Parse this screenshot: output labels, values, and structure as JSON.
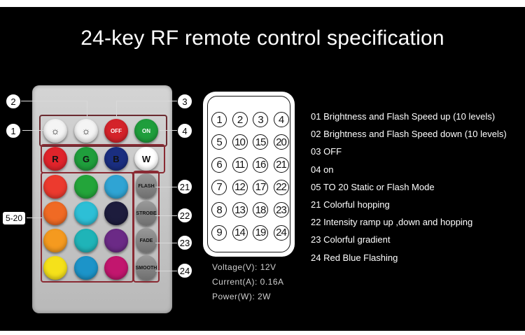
{
  "title": "24-key RF remote control specification",
  "remote": {
    "top_row": [
      {
        "id": "brightness-up",
        "num": "1"
      },
      {
        "id": "brightness-down",
        "num": "2"
      },
      {
        "id": "off",
        "num": "3",
        "label": "OFF"
      },
      {
        "id": "on",
        "num": "4",
        "label": "ON"
      }
    ],
    "rgbw": [
      "R",
      "G",
      "B",
      "W"
    ],
    "mode_buttons": [
      "FLASH",
      "STROBE",
      "FADE",
      "SMOOTH"
    ],
    "callouts": {
      "c1": "1",
      "c2": "2",
      "c3": "3",
      "c4": "4",
      "range": "5-20",
      "c21": "21",
      "c22": "22",
      "c23": "23",
      "c24": "24"
    },
    "colors": {
      "red": "#e0242b",
      "green": "#1f9e3c",
      "blue": "#1a2e80",
      "white": "#ffffff",
      "row2": [
        "#ec3a2e",
        "#23a53a",
        "#2fa4d4"
      ],
      "row3": [
        "#f06a24",
        "#2dbfd6",
        "#1d1c3d"
      ],
      "row4": [
        "#f59a1f",
        "#1fb4b8",
        "#6b2a86"
      ],
      "row5": [
        "#f5e11a",
        "#1c94c9",
        "#c2166e"
      ],
      "accent_box": "#8a2a33"
    }
  },
  "numbers": [
    [
      "1",
      "2",
      "3",
      "4"
    ],
    [
      "5",
      "10",
      "15",
      "20"
    ],
    [
      "6",
      "11",
      "16",
      "21"
    ],
    [
      "7",
      "12",
      "17",
      "22"
    ],
    [
      "8",
      "13",
      "18",
      "23"
    ],
    [
      "9",
      "14",
      "19",
      "24"
    ]
  ],
  "specs": {
    "voltage": "Voltage(V): 12V",
    "current": "Current(A): 0.16A",
    "power": "Power(W): 2W"
  },
  "legend": [
    "01 Brightness and Flash Speed up (10 levels)",
    "02 Brightness and Flash Speed down (10 levels)",
    "03 OFF",
    "04 on",
    "05 TO 20  Static or Flash Mode",
    "21 Colorful hopping",
    "22 Intensity ramp up ,down and hopping",
    "23 Colorful gradient",
    "24 Red Blue Flashing"
  ]
}
